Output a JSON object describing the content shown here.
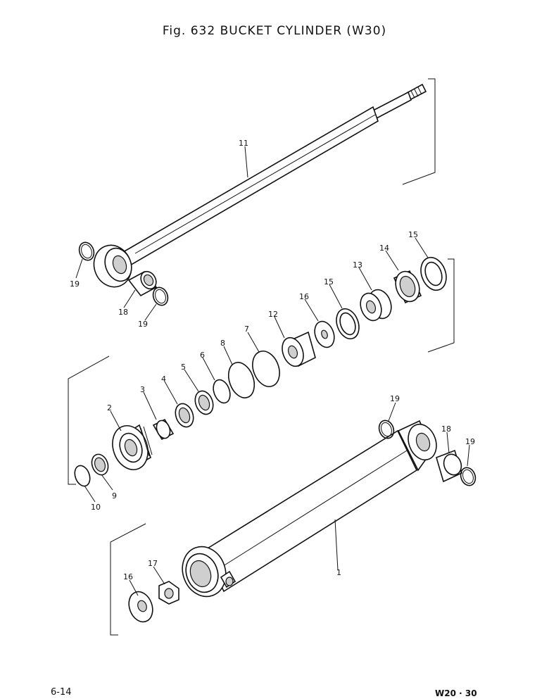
{
  "title": "Fig. 632   BUCKET  CYLINDER  (W30)",
  "page_number": "6-14",
  "model_code": "W20 · 30",
  "callouts": [
    {
      "id": "c11",
      "label": "11"
    },
    {
      "id": "c19a",
      "label": "19"
    },
    {
      "id": "c18a",
      "label": "18"
    },
    {
      "id": "c19b",
      "label": "19"
    },
    {
      "id": "c15a",
      "label": "15"
    },
    {
      "id": "c14",
      "label": "14"
    },
    {
      "id": "c13",
      "label": "13"
    },
    {
      "id": "c15b",
      "label": "15"
    },
    {
      "id": "c16a",
      "label": "16"
    },
    {
      "id": "c12",
      "label": "12"
    },
    {
      "id": "c7",
      "label": "7"
    },
    {
      "id": "c8",
      "label": "8"
    },
    {
      "id": "c6",
      "label": "6"
    },
    {
      "id": "c5",
      "label": "5"
    },
    {
      "id": "c4",
      "label": "4"
    },
    {
      "id": "c3",
      "label": "3"
    },
    {
      "id": "c2",
      "label": "2"
    },
    {
      "id": "c9",
      "label": "9"
    },
    {
      "id": "c10",
      "label": "10"
    },
    {
      "id": "c19c",
      "label": "19"
    },
    {
      "id": "c18b",
      "label": "18"
    },
    {
      "id": "c19d",
      "label": "19"
    },
    {
      "id": "c1",
      "label": "1"
    },
    {
      "id": "c17",
      "label": "17"
    },
    {
      "id": "c16b",
      "label": "16"
    }
  ]
}
